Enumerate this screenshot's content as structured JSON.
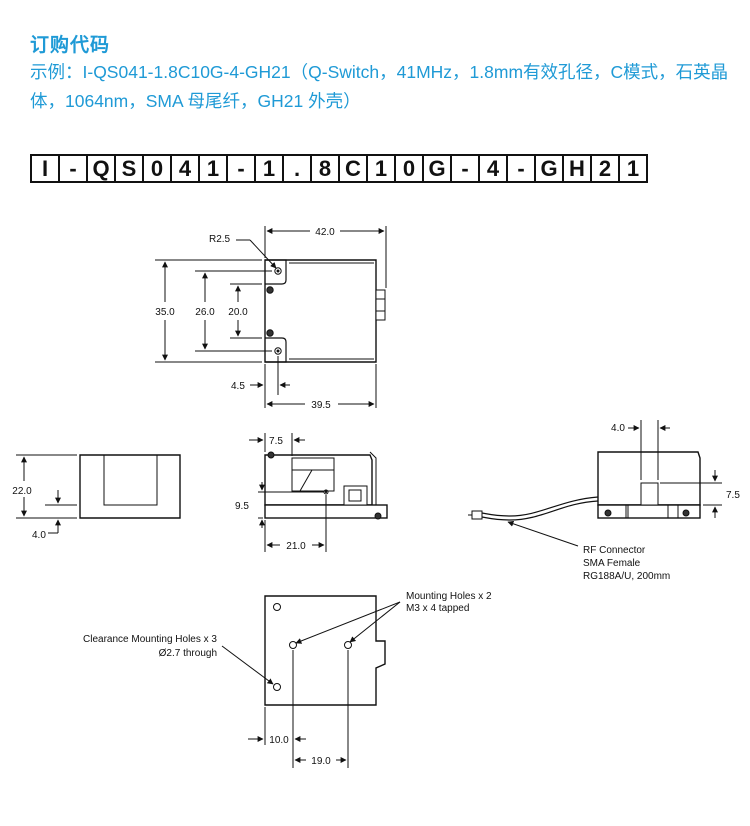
{
  "header": {
    "title": "订购代码",
    "example_line": "示例：I-QS041-1.8C10G-4-GH21（Q-Switch，41MHz，1.8mm有效孔径，C模式，石英晶体，1064nm，SMA 母尾纤，GH21 外壳）"
  },
  "order_code": {
    "cells": [
      "I",
      "-",
      "Q",
      "S",
      "0",
      "4",
      "1",
      "-",
      "1",
      ".",
      "8",
      "C",
      "1",
      "0",
      "G",
      "-",
      "4",
      "-",
      "G",
      "H",
      "2",
      "1"
    ]
  },
  "drawing": {
    "top_view": {
      "r_label": "R2.5",
      "width_label": "42.0",
      "height_label": "35.0",
      "inner_height_label": "26.0",
      "inner_gap_label": "20.0",
      "left_offset_label": "4.5",
      "hole_span_label": "39.5"
    },
    "side_view": {
      "height_label": "22.0",
      "base_label": "4.0"
    },
    "front_view": {
      "top_offset_label": "7.5",
      "aperture_height_label": "9.5",
      "width_label": "21.0"
    },
    "connector_view": {
      "top_label": "4.0",
      "side_label": "7.5",
      "connector_note": [
        "RF Connector",
        "SMA Female",
        "RG188A/U, 200mm"
      ]
    },
    "bottom_view": {
      "mounting_note": [
        "Mounting Holes x 2",
        "M3 x 4 tapped"
      ],
      "clearance_note": [
        "Clearance Mounting Holes x 3",
        "Ø2.7 through"
      ],
      "dim_a_label": "10.0",
      "dim_b_label": "19.0"
    }
  }
}
